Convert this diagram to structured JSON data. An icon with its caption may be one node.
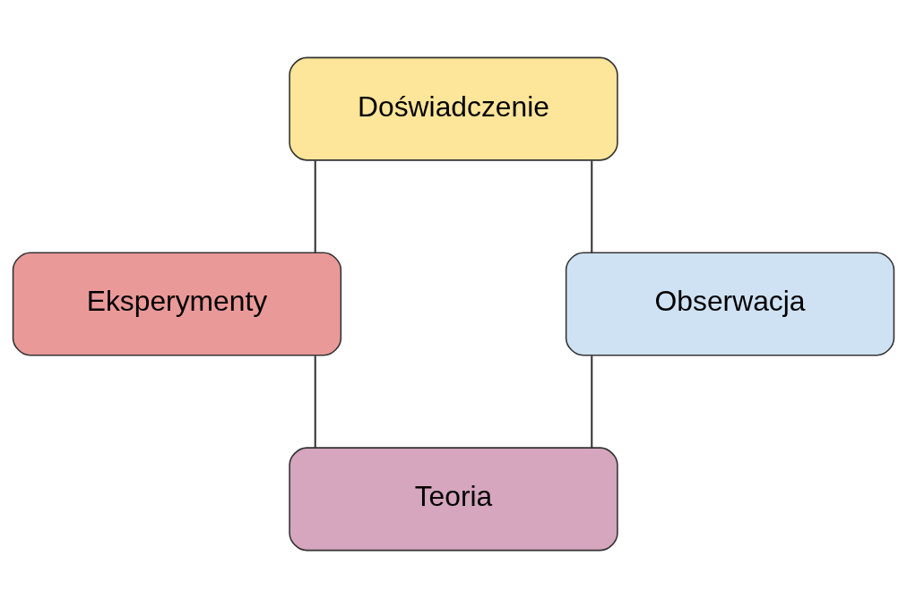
{
  "diagram": {
    "nodes": [
      {
        "text": [
          "Doświadczenie"
        ]
      },
      {
        "text": [
          "Eksperymenty"
        ]
      },
      {
        "text": [
          "Obserwacja"
        ]
      },
      {
        "text": [
          "Teoria"
        ]
      }
    ],
    "edges": [
      {
        "from": 0,
        "to": 2,
        "arrow": "none"
      },
      {
        "from": 2,
        "to": 3,
        "arrow": "none"
      },
      {
        "from": 3,
        "to": 1,
        "arrow": "none"
      },
      {
        "from": 1,
        "to": 0,
        "arrow": "none"
      }
    ]
  }
}
